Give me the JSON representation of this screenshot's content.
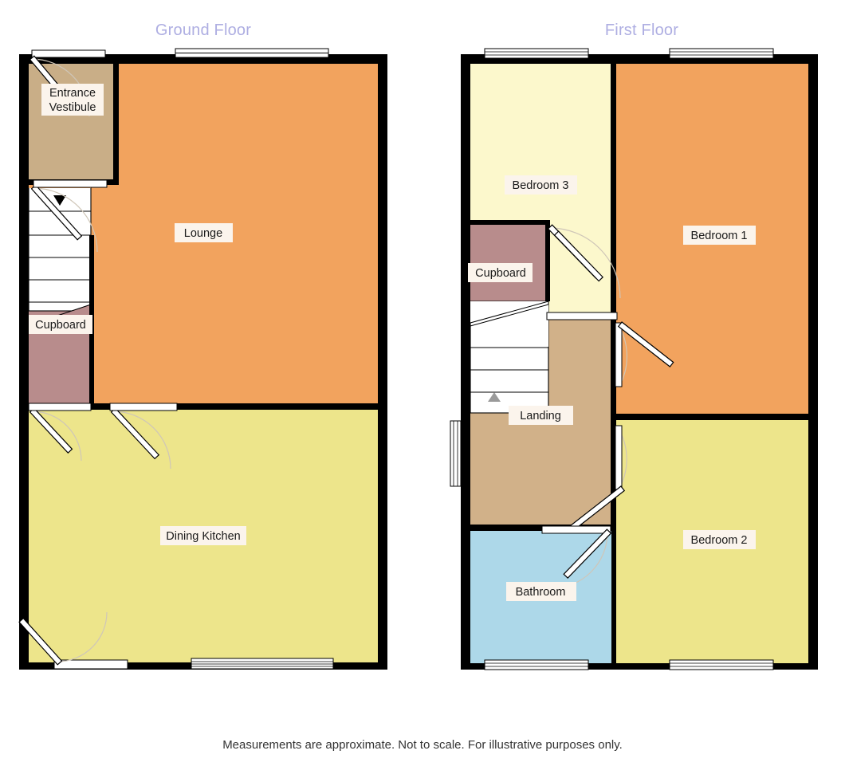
{
  "page": {
    "caption": "Measurements are approximate. Not to scale. For illustrative purposes only."
  },
  "colors": {
    "orange": "#F2A35E",
    "yellow": "#EDE58B",
    "pale_yellow": "#FCF8CC",
    "tan": "#D1B189",
    "vestibule_tan": "#C9AE87",
    "mauve": "#B88C8C",
    "blue": "#ADD8E9",
    "wall": "#000000",
    "title": "#AEAEE2",
    "label_bg": "#FBF4EC",
    "door_arc": "#CFC6B8"
  },
  "floors": [
    {
      "id": "ground",
      "title": "Ground Floor",
      "rooms": [
        {
          "name": "Entrance Vestibule",
          "label": "Entrance\nVestibule",
          "label_line1": "Entrance",
          "label_line2": "Vestibule",
          "color": "#C9AE87"
        },
        {
          "name": "Lounge",
          "label": "Lounge",
          "color": "#F2A35E"
        },
        {
          "name": "Cupboard",
          "label": "Cupboard",
          "color": "#B88C8C"
        },
        {
          "name": "Dining Kitchen",
          "label": "Dining Kitchen",
          "color": "#EDE58B"
        }
      ],
      "features": {
        "stairs_direction": "down",
        "stair_count": 6,
        "windows": 3,
        "doors": 5
      }
    },
    {
      "id": "first",
      "title": "First Floor",
      "rooms": [
        {
          "name": "Bedroom 3",
          "label": "Bedroom 3",
          "color": "#FCF8CC"
        },
        {
          "name": "Bedroom 1",
          "label": "Bedroom 1",
          "color": "#F2A35E"
        },
        {
          "name": "Cupboard",
          "label": "Cupboard",
          "color": "#B88C8C"
        },
        {
          "name": "Landing",
          "label": "Landing",
          "color": "#D1B189"
        },
        {
          "name": "Bathroom",
          "label": "Bathroom",
          "color": "#ADD8E9"
        },
        {
          "name": "Bedroom 2",
          "label": "Bedroom 2",
          "color": "#EDE58B"
        }
      ],
      "features": {
        "stairs_direction": "up",
        "stair_count": 5,
        "windows": 5,
        "doors": 4
      }
    }
  ]
}
